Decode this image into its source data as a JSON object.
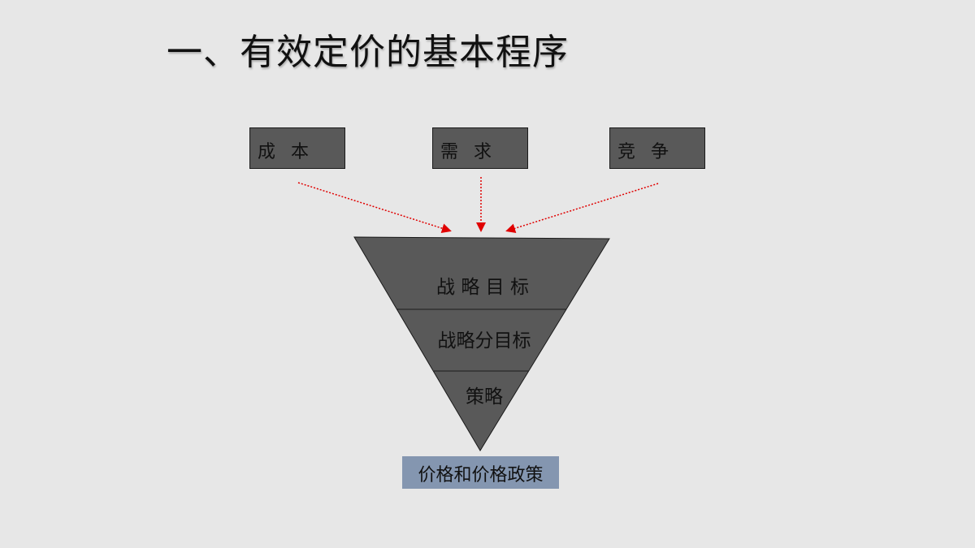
{
  "title": "一、有效定价的基本程序",
  "factors": [
    "成 本",
    "需 求",
    "竞 争"
  ],
  "levels": [
    "战 略 目 标",
    "战略分目标",
    "策略"
  ],
  "result": "价格和价格政策",
  "colors": {
    "background": "#e7e7e7",
    "box_fill": "#595959",
    "arrow": "#e00000",
    "result_fill": "#8496b0"
  }
}
